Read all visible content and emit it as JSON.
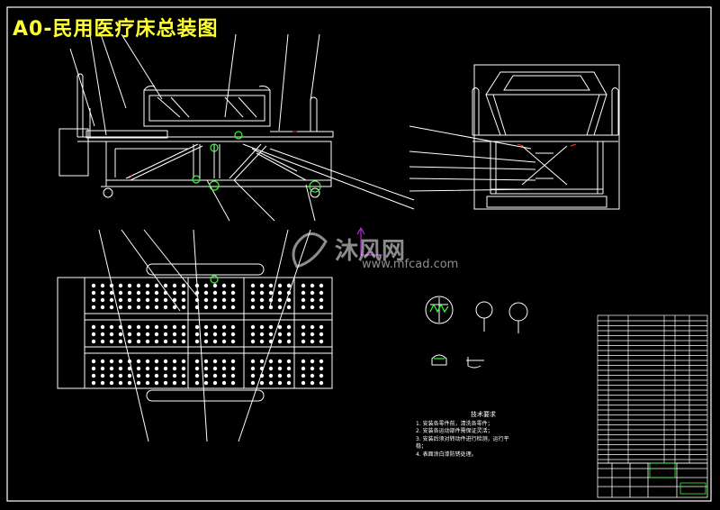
{
  "title": "A0-民用医疗床总装图",
  "watermark": {
    "text": "沐风网",
    "url": "www.mfcad.com"
  },
  "tech_notes": {
    "title": "技术要求",
    "items": [
      "1. 安装各零件前，清洗各零件；",
      "2. 安装各运动部件需保证灵活；",
      "3. 安装后须对转动件进行检测，运行平",
      "   稳；",
      "4. 表面涂白漆防锈处理。"
    ]
  },
  "colors": {
    "background": "#000000",
    "lines": "#ffffff",
    "title": "#ffff33",
    "highlight": "#33ff33",
    "red": "#ff3333",
    "magenta": "#cc33ff"
  }
}
